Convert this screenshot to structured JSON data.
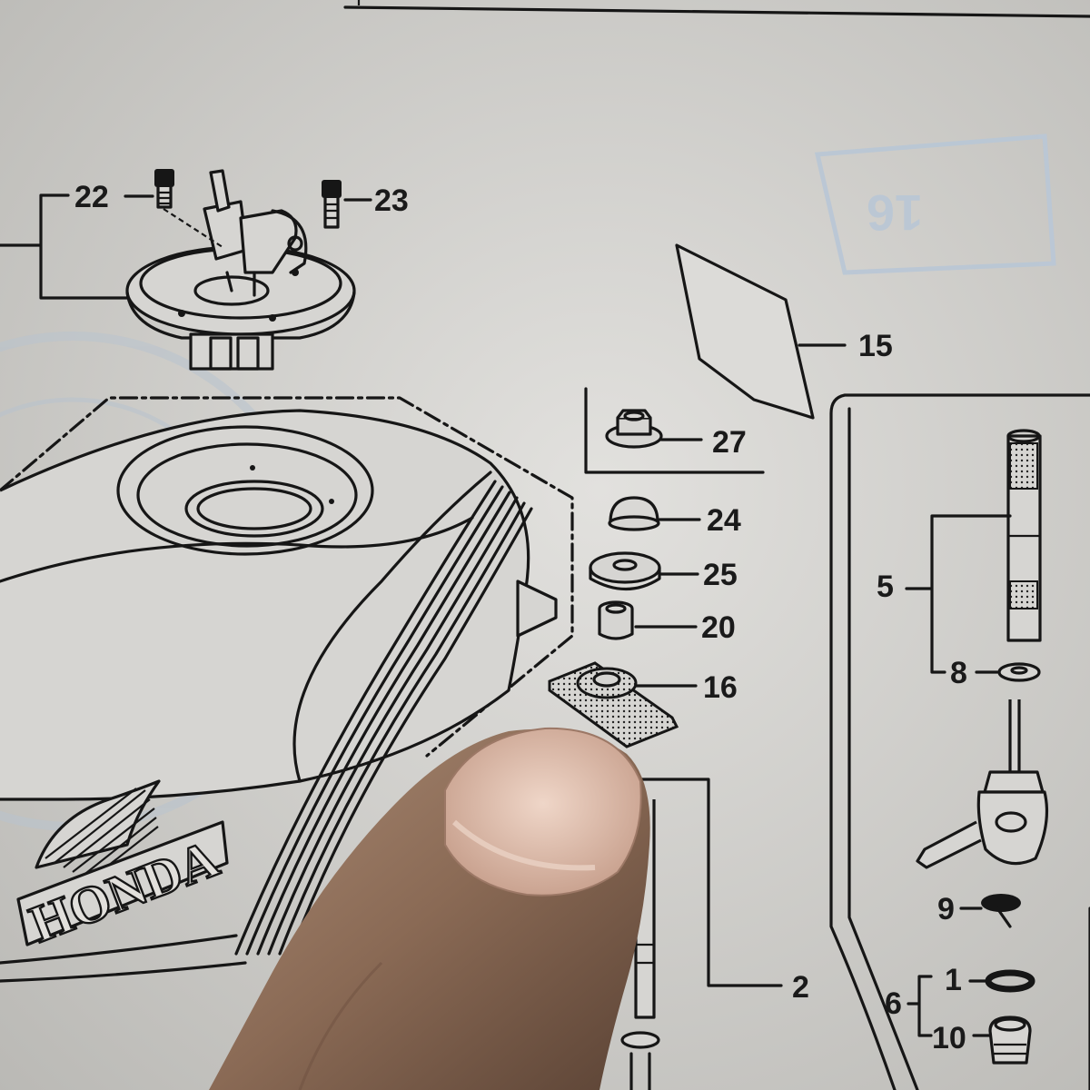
{
  "diagram": {
    "ghost_text": "16",
    "brand_text": "HONDA",
    "callouts": [
      {
        "id": "c22",
        "label": "22"
      },
      {
        "id": "c23",
        "label": "23"
      },
      {
        "id": "c15",
        "label": "15"
      },
      {
        "id": "c27",
        "label": "27"
      },
      {
        "id": "c24",
        "label": "24"
      },
      {
        "id": "c25",
        "label": "25"
      },
      {
        "id": "c20",
        "label": "20"
      },
      {
        "id": "c16",
        "label": "16"
      },
      {
        "id": "c5",
        "label": "5"
      },
      {
        "id": "c8",
        "label": "8"
      },
      {
        "id": "c9",
        "label": "9"
      },
      {
        "id": "c1",
        "label": "1"
      },
      {
        "id": "c6",
        "label": "6"
      },
      {
        "id": "c10",
        "label": "10"
      },
      {
        "id": "c2",
        "label": "2"
      }
    ]
  }
}
